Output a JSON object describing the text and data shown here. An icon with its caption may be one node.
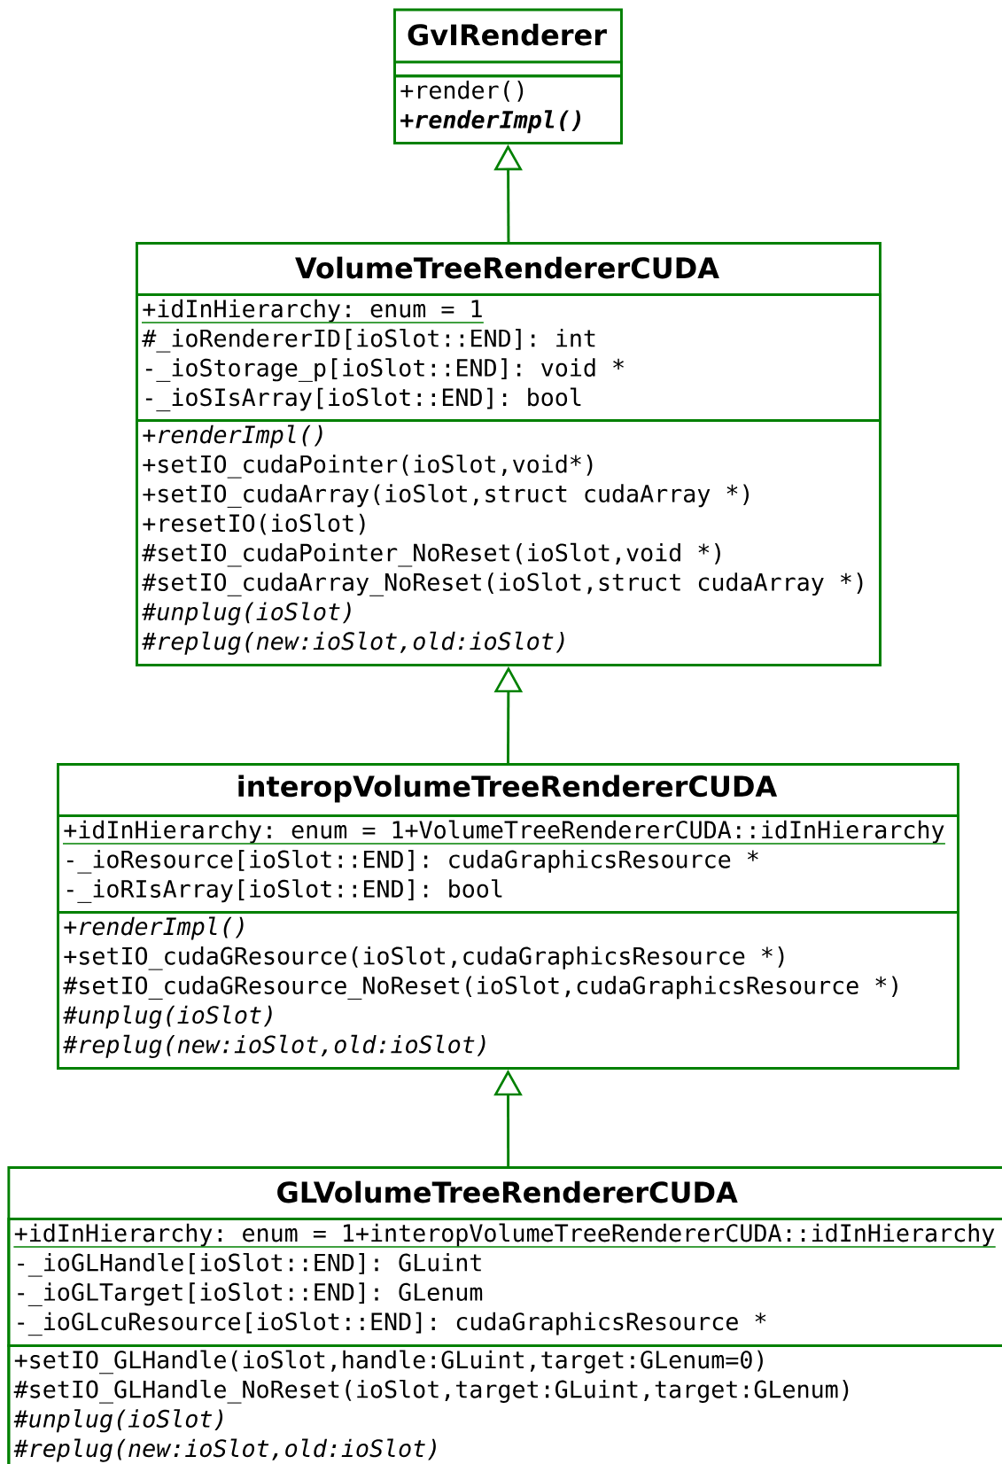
{
  "diagram": {
    "nodes": [
      {
        "text": [
          "GvIRenderer"
        ]
      },
      {
        "text": [],
        "shape": "box",
        "in": 0
      },
      {
        "text": [
          "+render()",
          "+renderImpl()"
        ],
        "in": 0
      },
      {
        "text": [
          "VolumeTreeRendererCUDA"
        ]
      },
      {
        "text": [
          "+idInHierarchy: enum = 1",
          "#_ioRendererID[ioSlot::END]: int",
          "-_ioStorage_p[ioSlot::END]: void *",
          "-_ioSIsArray[ioSlot::END]: bool"
        ],
        "in": 3
      },
      {
        "text": [
          "+renderImpl()",
          "+setIO_cudaPointer(ioSlot,void*)",
          "+setIO_cudaArray(ioSlot,struct cudaArray *)",
          "+resetIO(ioSlot)",
          "#setIO_cudaPointer_NoReset(ioSlot,void *)",
          "#setIO_cudaArray_NoReset(ioSlot,struct cudaArray *)",
          "#unplug(ioSlot)",
          "#replug(new:ioSlot,old:ioSlot)"
        ],
        "in": 3
      },
      {
        "text": [
          "interopVolumeTreeRendererCUDA"
        ]
      },
      {
        "text": [
          "+idInHierarchy: enum = 1+VolumeTreeRendererCUDA::idInHierarchy",
          "-_ioResource[ioSlot::END]: cudaGraphicsResource *",
          "-_ioRIsArray[ioSlot::END]: bool"
        ],
        "in": 6
      },
      {
        "text": [
          "+renderImpl()",
          "+setIO_cudaGResource(ioSlot,cudaGraphicsResource *)",
          "#setIO_cudaGResource_NoReset(ioSlot,cudaGraphicsResource *)",
          "#unplug(ioSlot)",
          "#replug(new:ioSlot,old:ioSlot)"
        ],
        "in": 6
      },
      {
        "text": [
          "GLVolumeTreeRendererCUDA"
        ]
      },
      {
        "text": [
          "+idInHierarchy: enum = 1+interopVolumeTreeRendererCUDA::idInHierarchy",
          "-_ioGLHandle[ioSlot::END]: GLuint",
          "-_ioGLTarget[ioSlot::END]: GLenum",
          "-_ioGLcuResource[ioSlot::END]: cudaGraphicsResource *"
        ],
        "in": 9
      },
      {
        "text": [
          "+setIO_GLHandle(ioSlot,handle:GLuint,target:GLenum=0)",
          "#setIO_GLHandle_NoReset(ioSlot,target:GLuint,target:GLenum)",
          "#unplug(ioSlot)",
          "#replug(new:ioSlot,old:ioSlot)"
        ],
        "in": 9
      }
    ],
    "edges": [
      {
        "from": 3,
        "to": 0,
        "arrow": "to"
      },
      {
        "from": 6,
        "to": 3,
        "arrow": "to"
      },
      {
        "from": 9,
        "to": 6,
        "arrow": "to"
      }
    ]
  }
}
